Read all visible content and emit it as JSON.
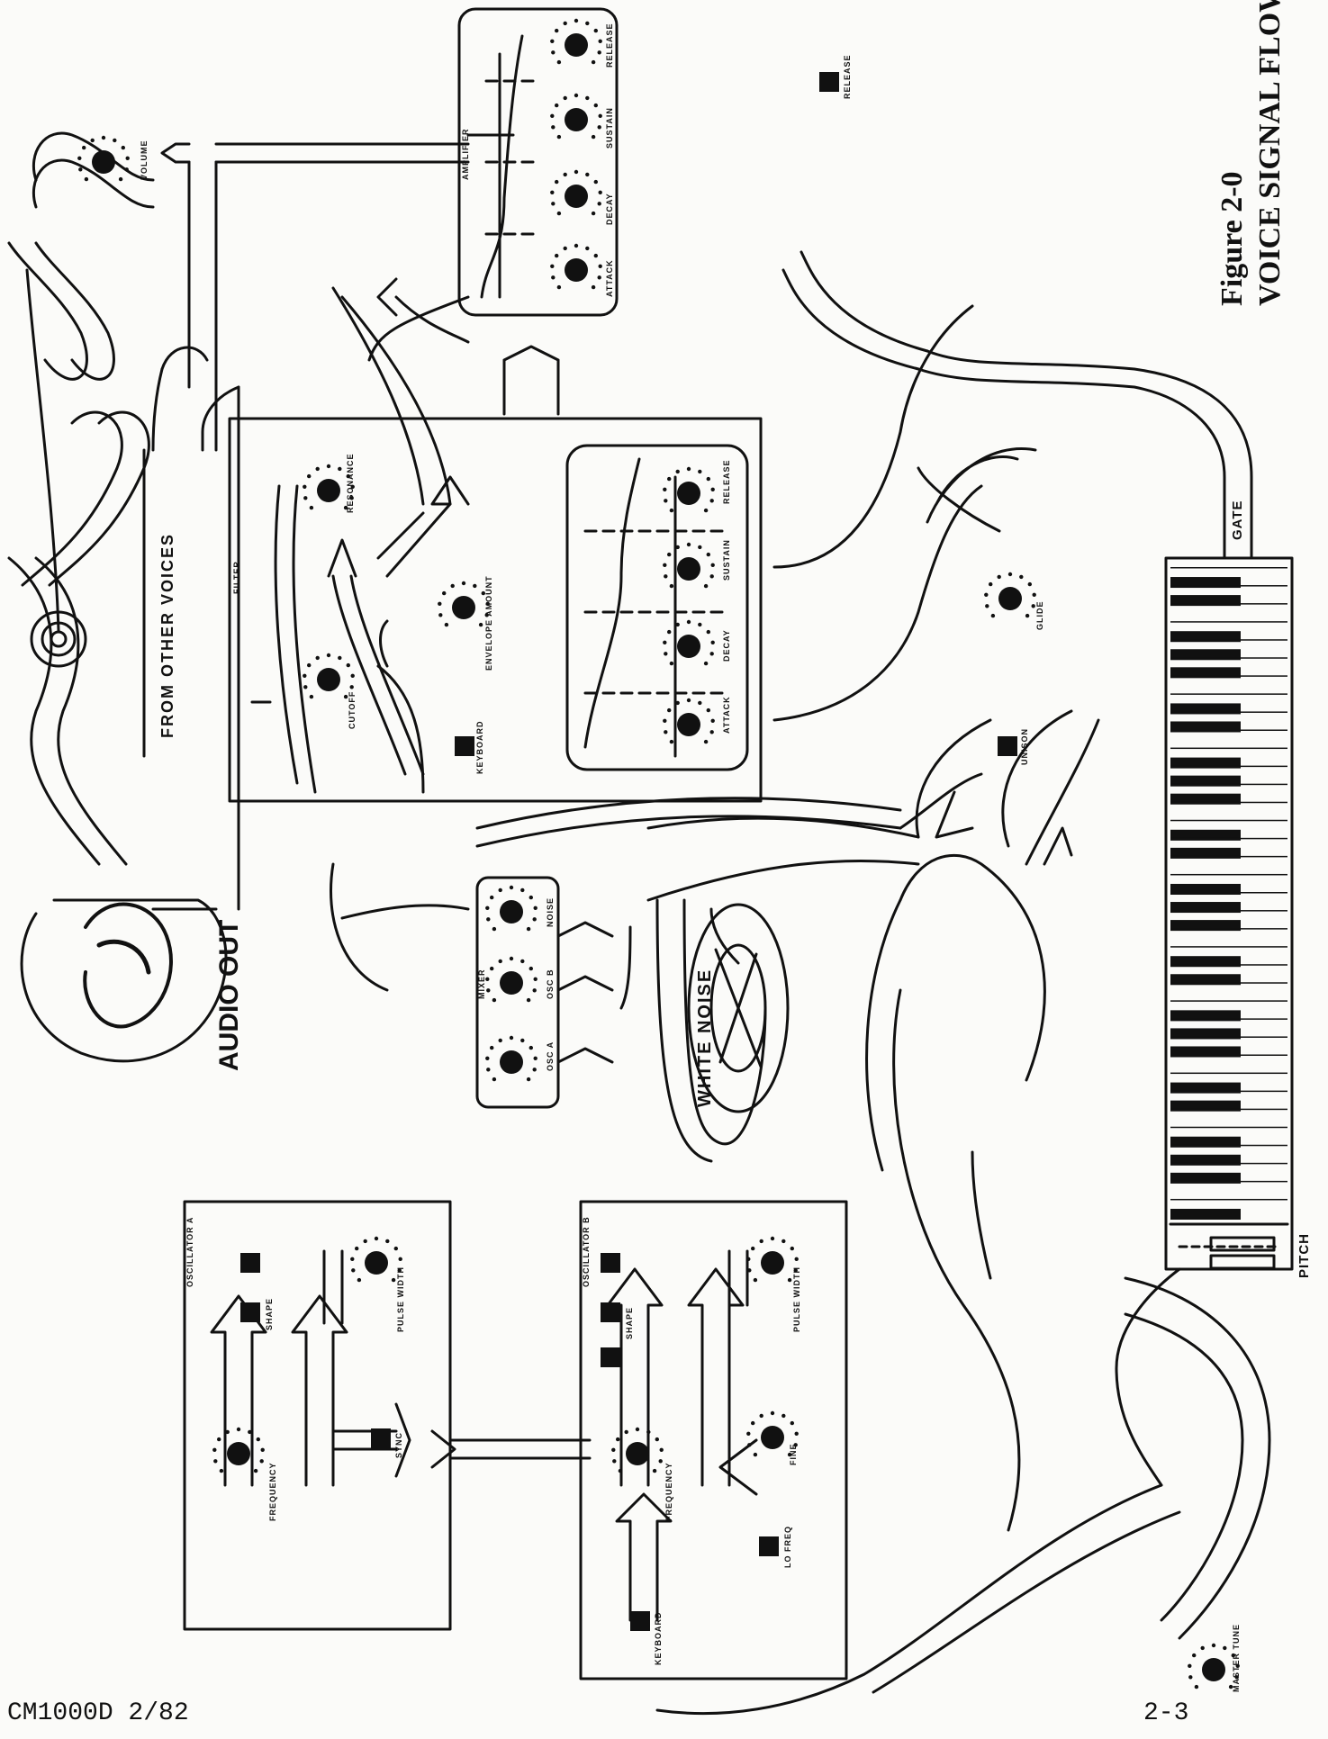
{
  "figure": {
    "number": "Figure 2-0",
    "title": "VOICE SIGNAL FLOW"
  },
  "footer": {
    "left": "CM1000D  2/82",
    "right": "2-3"
  },
  "blocks": {
    "audio_out": "AUDIO OUT",
    "white_noise": "WHITE NOISE",
    "from_other_voices": "FROM  OTHER  VOICES",
    "gate": "GATE",
    "pitch": "PITCH",
    "filter": "FILTER",
    "amplifier": "AMPLIFIER",
    "mixer": "MIXER",
    "oscillator_a": "OSCILLATOR A",
    "oscillator_b": "OSCILLATOR B"
  },
  "controls": {
    "volume": "VOLUME",
    "master_tune": "MASTER TUNE",
    "glide": "GLIDE",
    "unison": "UNISON",
    "keyboard": "KEYBOARD",
    "cutoff": "CUTOFF",
    "resonance": "RESONANCE",
    "envelope_amount": "ENVELOPE AMOUNT",
    "attack": "ATTACK",
    "decay": "DECAY",
    "sustain": "SUSTAIN",
    "release": "RELEASE",
    "noise": "NOISE",
    "osc_a": "OSC A",
    "osc_b": "OSC B",
    "frequency": "FREQUENCY",
    "fine": "FINE",
    "lo_freq": "LO FREQ",
    "sync": "SYNC",
    "shape": "SHAPE",
    "pulse_width": "PULSE WIDTH"
  }
}
